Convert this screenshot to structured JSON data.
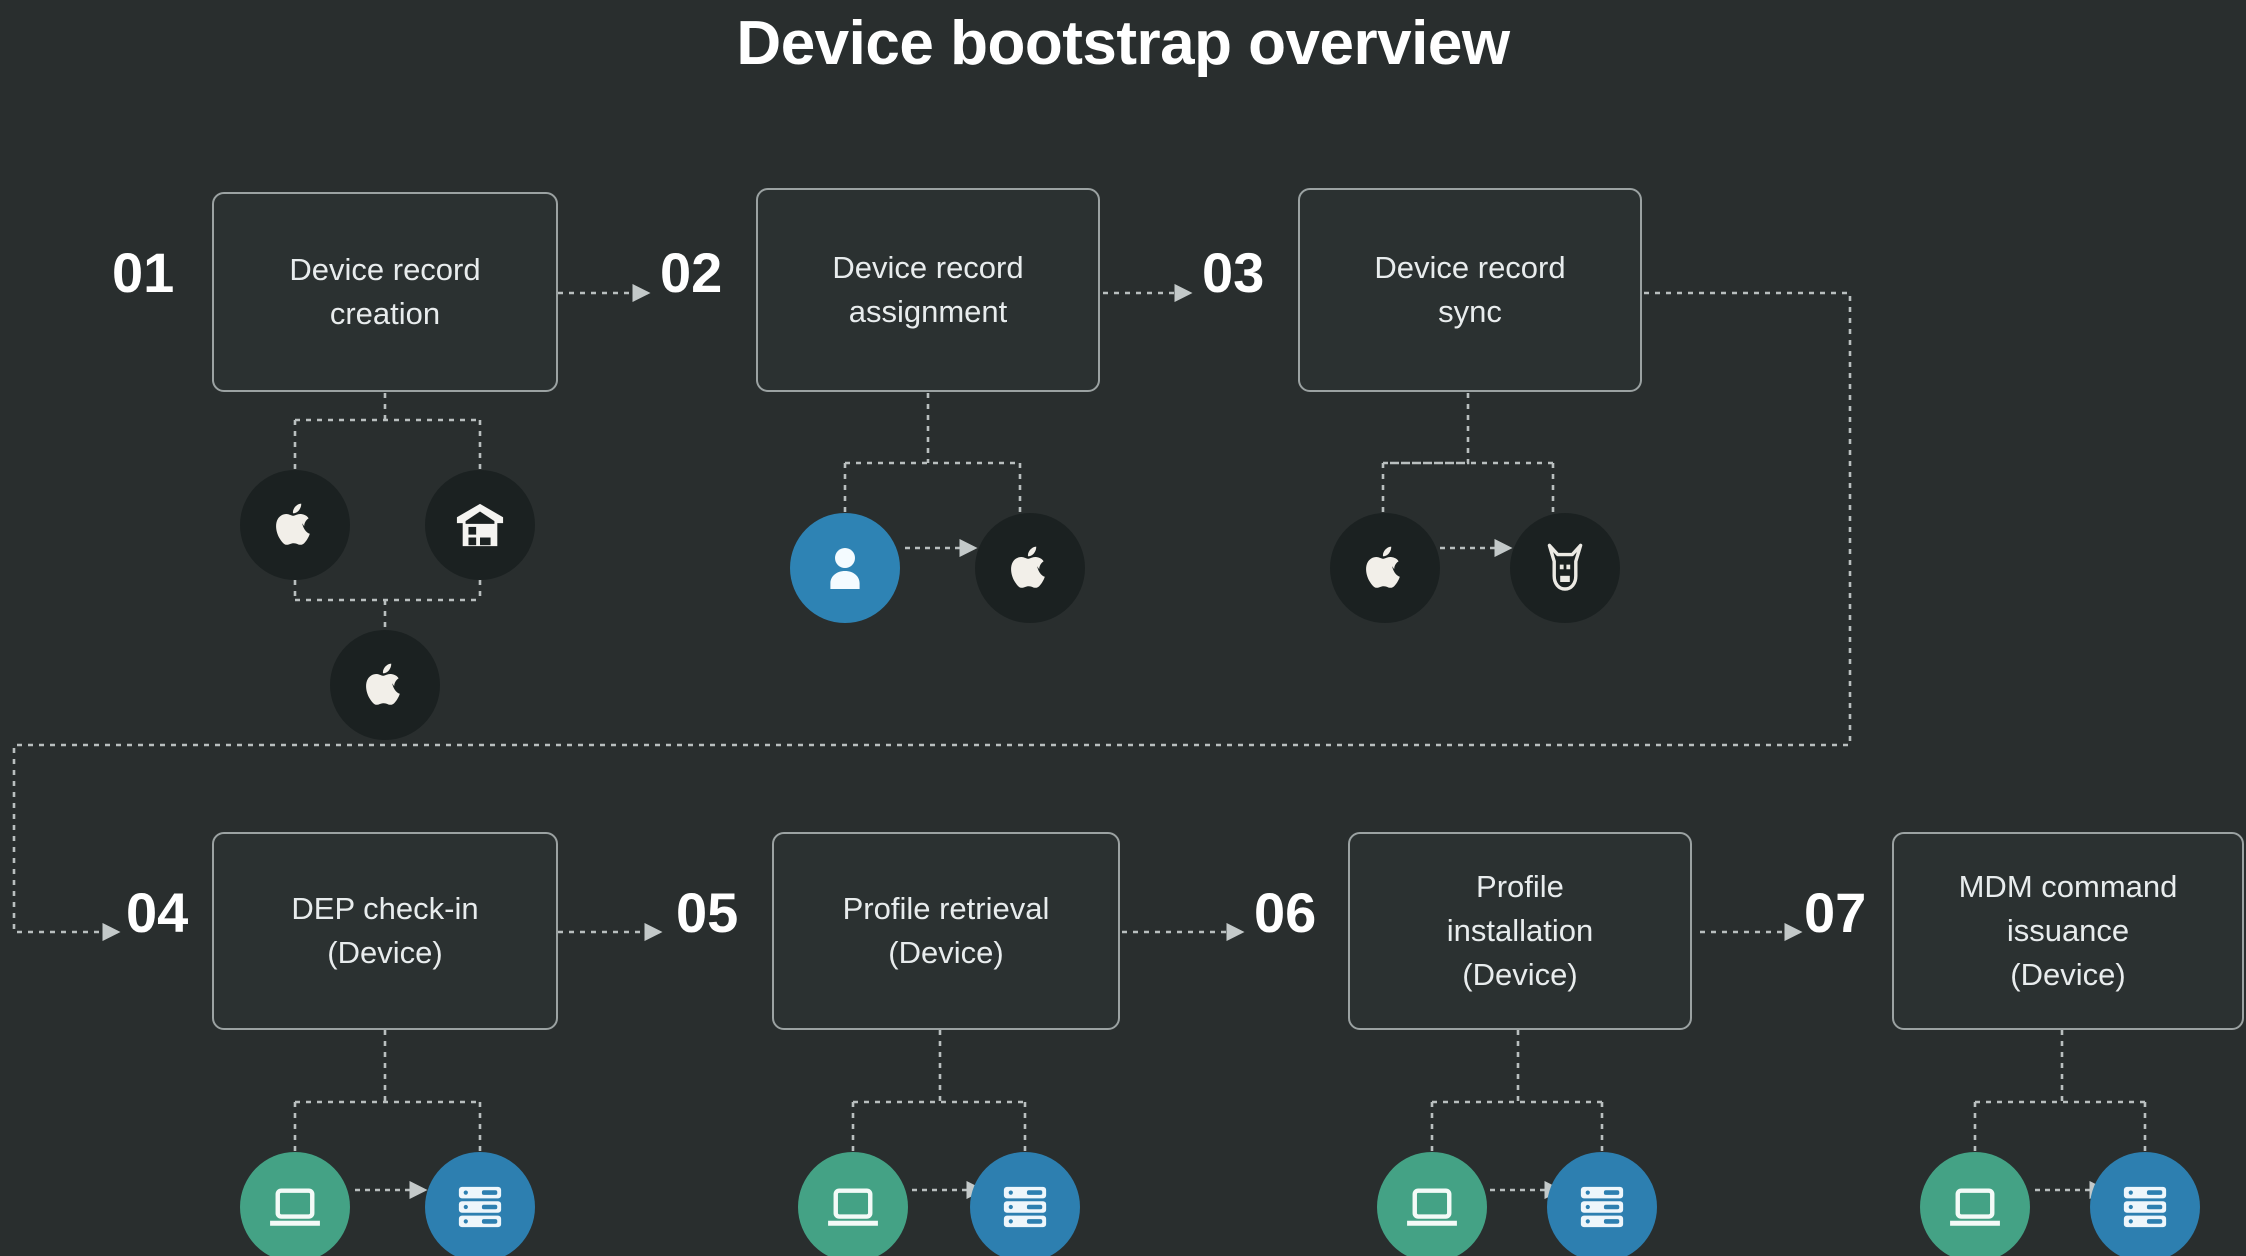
{
  "title": "Device bootstrap overview",
  "colors": {
    "background": "#292e2e",
    "box_fill": "#2b3131",
    "box_border": "#9ba2a2",
    "text": "#e8eced",
    "number": "#ffffff",
    "connector": "#b9bfbf",
    "circle_dark": "#1b2121",
    "circle_blue": "#2e83b4",
    "circle_green": "#44a285",
    "circle_server_blue": "#2d7fb0"
  },
  "steps": [
    {
      "number": "01",
      "label": "Device record creation",
      "lines": [
        "Device record",
        "creation"
      ]
    },
    {
      "number": "02",
      "label": "Device record assignment",
      "lines": [
        "Device record",
        "assignment"
      ]
    },
    {
      "number": "03",
      "label": "Device record sync",
      "lines": [
        "Device record",
        "sync"
      ]
    },
    {
      "number": "04",
      "label": "DEP check-in (Device)",
      "lines": [
        "DEP check-in",
        "(Device)"
      ]
    },
    {
      "number": "05",
      "label": "Profile retrieval (Device)",
      "lines": [
        "Profile retrieval",
        "(Device)"
      ]
    },
    {
      "number": "06",
      "label": "Profile installation (Device)",
      "lines": [
        "Profile",
        "installation",
        "(Device)"
      ]
    },
    {
      "number": "07",
      "label": "MDM command issuance (Device)",
      "lines": [
        "MDM command",
        "issuance",
        "(Device)"
      ]
    }
  ],
  "icon_groups": [
    {
      "for_step": "01",
      "icons": [
        {
          "name": "apple-icon",
          "circle": "dark",
          "position": "top-left"
        },
        {
          "name": "warehouse-icon",
          "circle": "dark",
          "position": "top-right"
        },
        {
          "name": "apple-icon",
          "circle": "dark",
          "position": "bottom-center"
        }
      ]
    },
    {
      "for_step": "02",
      "icons": [
        {
          "name": "user-icon",
          "circle": "blue"
        },
        {
          "name": "apple-icon",
          "circle": "dark"
        }
      ]
    },
    {
      "for_step": "03",
      "icons": [
        {
          "name": "apple-icon",
          "circle": "dark"
        },
        {
          "name": "bulldog-icon",
          "circle": "dark"
        }
      ]
    },
    {
      "for_step": "04",
      "icons": [
        {
          "name": "laptop-icon",
          "circle": "green"
        },
        {
          "name": "server-icon",
          "circle": "server_blue"
        }
      ]
    },
    {
      "for_step": "05",
      "icons": [
        {
          "name": "laptop-icon",
          "circle": "green"
        },
        {
          "name": "server-icon",
          "circle": "server_blue"
        }
      ]
    },
    {
      "for_step": "06",
      "icons": [
        {
          "name": "laptop-icon",
          "circle": "green"
        },
        {
          "name": "server-icon",
          "circle": "server_blue"
        }
      ]
    },
    {
      "for_step": "07",
      "icons": [
        {
          "name": "laptop-icon",
          "circle": "green"
        },
        {
          "name": "server-icon",
          "circle": "server_blue"
        }
      ]
    }
  ],
  "flow": [
    "01 -> 02",
    "02 -> 03",
    "03 -> 04 (wrap)",
    "04 -> 05",
    "05 -> 06",
    "06 -> 07"
  ]
}
